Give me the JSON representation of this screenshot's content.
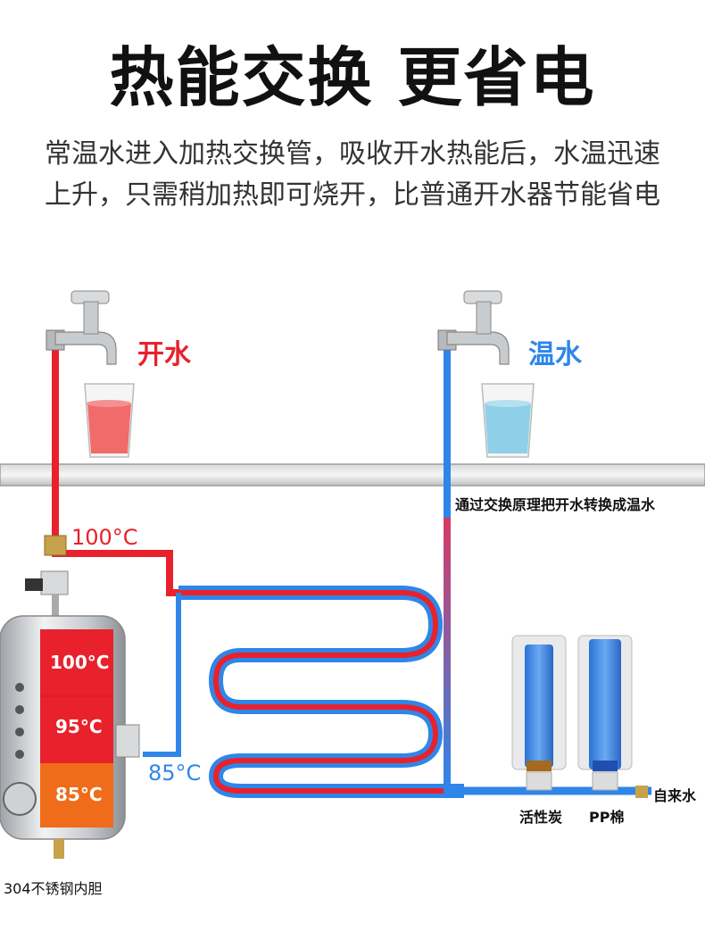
{
  "title": "热能交换 更省电",
  "description": "常温水进入加热交换管，吸收开水热能后，水温迅速上升，只需稍加热即可烧开，比普通开水器节能省电",
  "labels": {
    "hot_water": "开水",
    "warm_water": "温水",
    "exchange_note": "通过交换原理把开水转换成温水",
    "pipe_temp_hot": "100°C",
    "pipe_temp_warm": "85°C",
    "tank_temp_top": "100°C",
    "tank_temp_mid": "95°C",
    "tank_temp_bottom": "85°C",
    "tank_material": "304不锈钢内胆",
    "filter_carbon": "活性炭",
    "filter_pp": "PP棉",
    "tap_water": "自来水"
  },
  "colors": {
    "hot_pipe": "#e8212c",
    "cold_pipe": "#2f86e8",
    "tank_hot": "#e8212c",
    "tank_mid": "#e8212c",
    "tank_bottom": "#ef6c1a"
  }
}
